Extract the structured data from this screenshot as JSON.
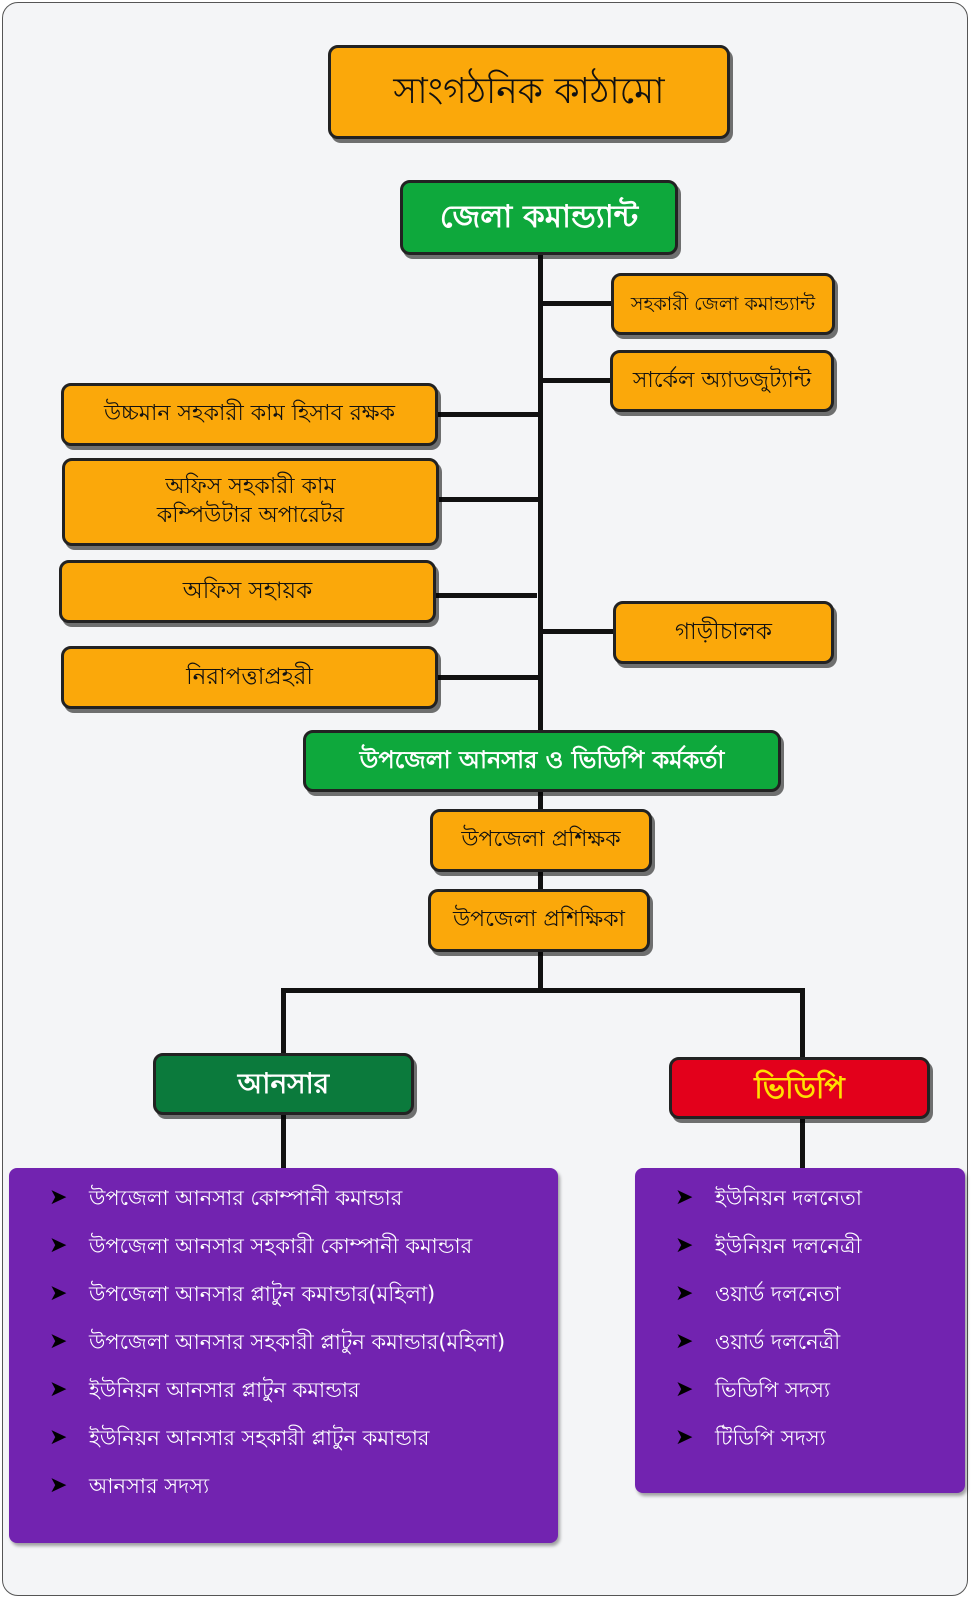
{
  "title": "সাংগঠনিক কাঠামো",
  "top": "জেলা কমান্ড্যান্ট",
  "right_branches": {
    "asst_commandant": "সহকারী জেলা কমান্ড্যান্ট",
    "circle_adjutant": "সার্কেল অ্যাডজুট্যান্ট",
    "driver": "গাড়ীচালক"
  },
  "left_branches": {
    "accountant": "উচ্চমান সহকারী কাম হিসাব রক্ষক",
    "office_assistant_line1": "অফিস সহকারী কাম",
    "office_assistant_line2": "কম্পিউটার অপারেটর",
    "office_helper": "অফিস সহায়ক",
    "guard": "নিরাপত্তাপ্রহরী"
  },
  "upazila_officer": "উপজেলা আনসার ও ভিডিপি কর্মকর্তা",
  "upazila_trainer": "উপজেলা প্রশিক্ষক",
  "upazila_trainer_female": "উপজেলা প্রশিক্ষিকা",
  "ansar": {
    "label": "আনসার",
    "items": [
      "উপজেলা আনসার কোম্পানী কমান্ডার",
      "উপজেলা আনসার সহকারী কোম্পানী কমান্ডার",
      "উপজেলা আনসার প্লাটুন কমান্ডার(মহিলা)",
      "উপজেলা আনসার সহকারী প্লাটুন কমান্ডার(মহিলা)",
      "ইউনিয়ন আনসার প্লাটুন কমান্ডার",
      "ইউনিয়ন আনসার সহকারী প্লাটুন কমান্ডার",
      "আনসার সদস্য"
    ]
  },
  "vdp": {
    "label": "ভিডিপি",
    "items": [
      "ইউনিয়ন দলনেতা",
      "ইউনিয়ন দলনেত্রী",
      "ওয়ার্ড দলনেতা",
      "ওয়ার্ড দলনেত্রী",
      "ভিডিপি সদস্য",
      "টিডিপি সদস্য"
    ]
  },
  "icons": {
    "bullet": "arrowhead-icon"
  },
  "colors": {
    "orange": "#fba80a",
    "green": "#0ea83c",
    "dark_green": "#0b7a3c",
    "red": "#e3001b",
    "purple": "#7223b0",
    "yellow_text": "#ffe000"
  }
}
